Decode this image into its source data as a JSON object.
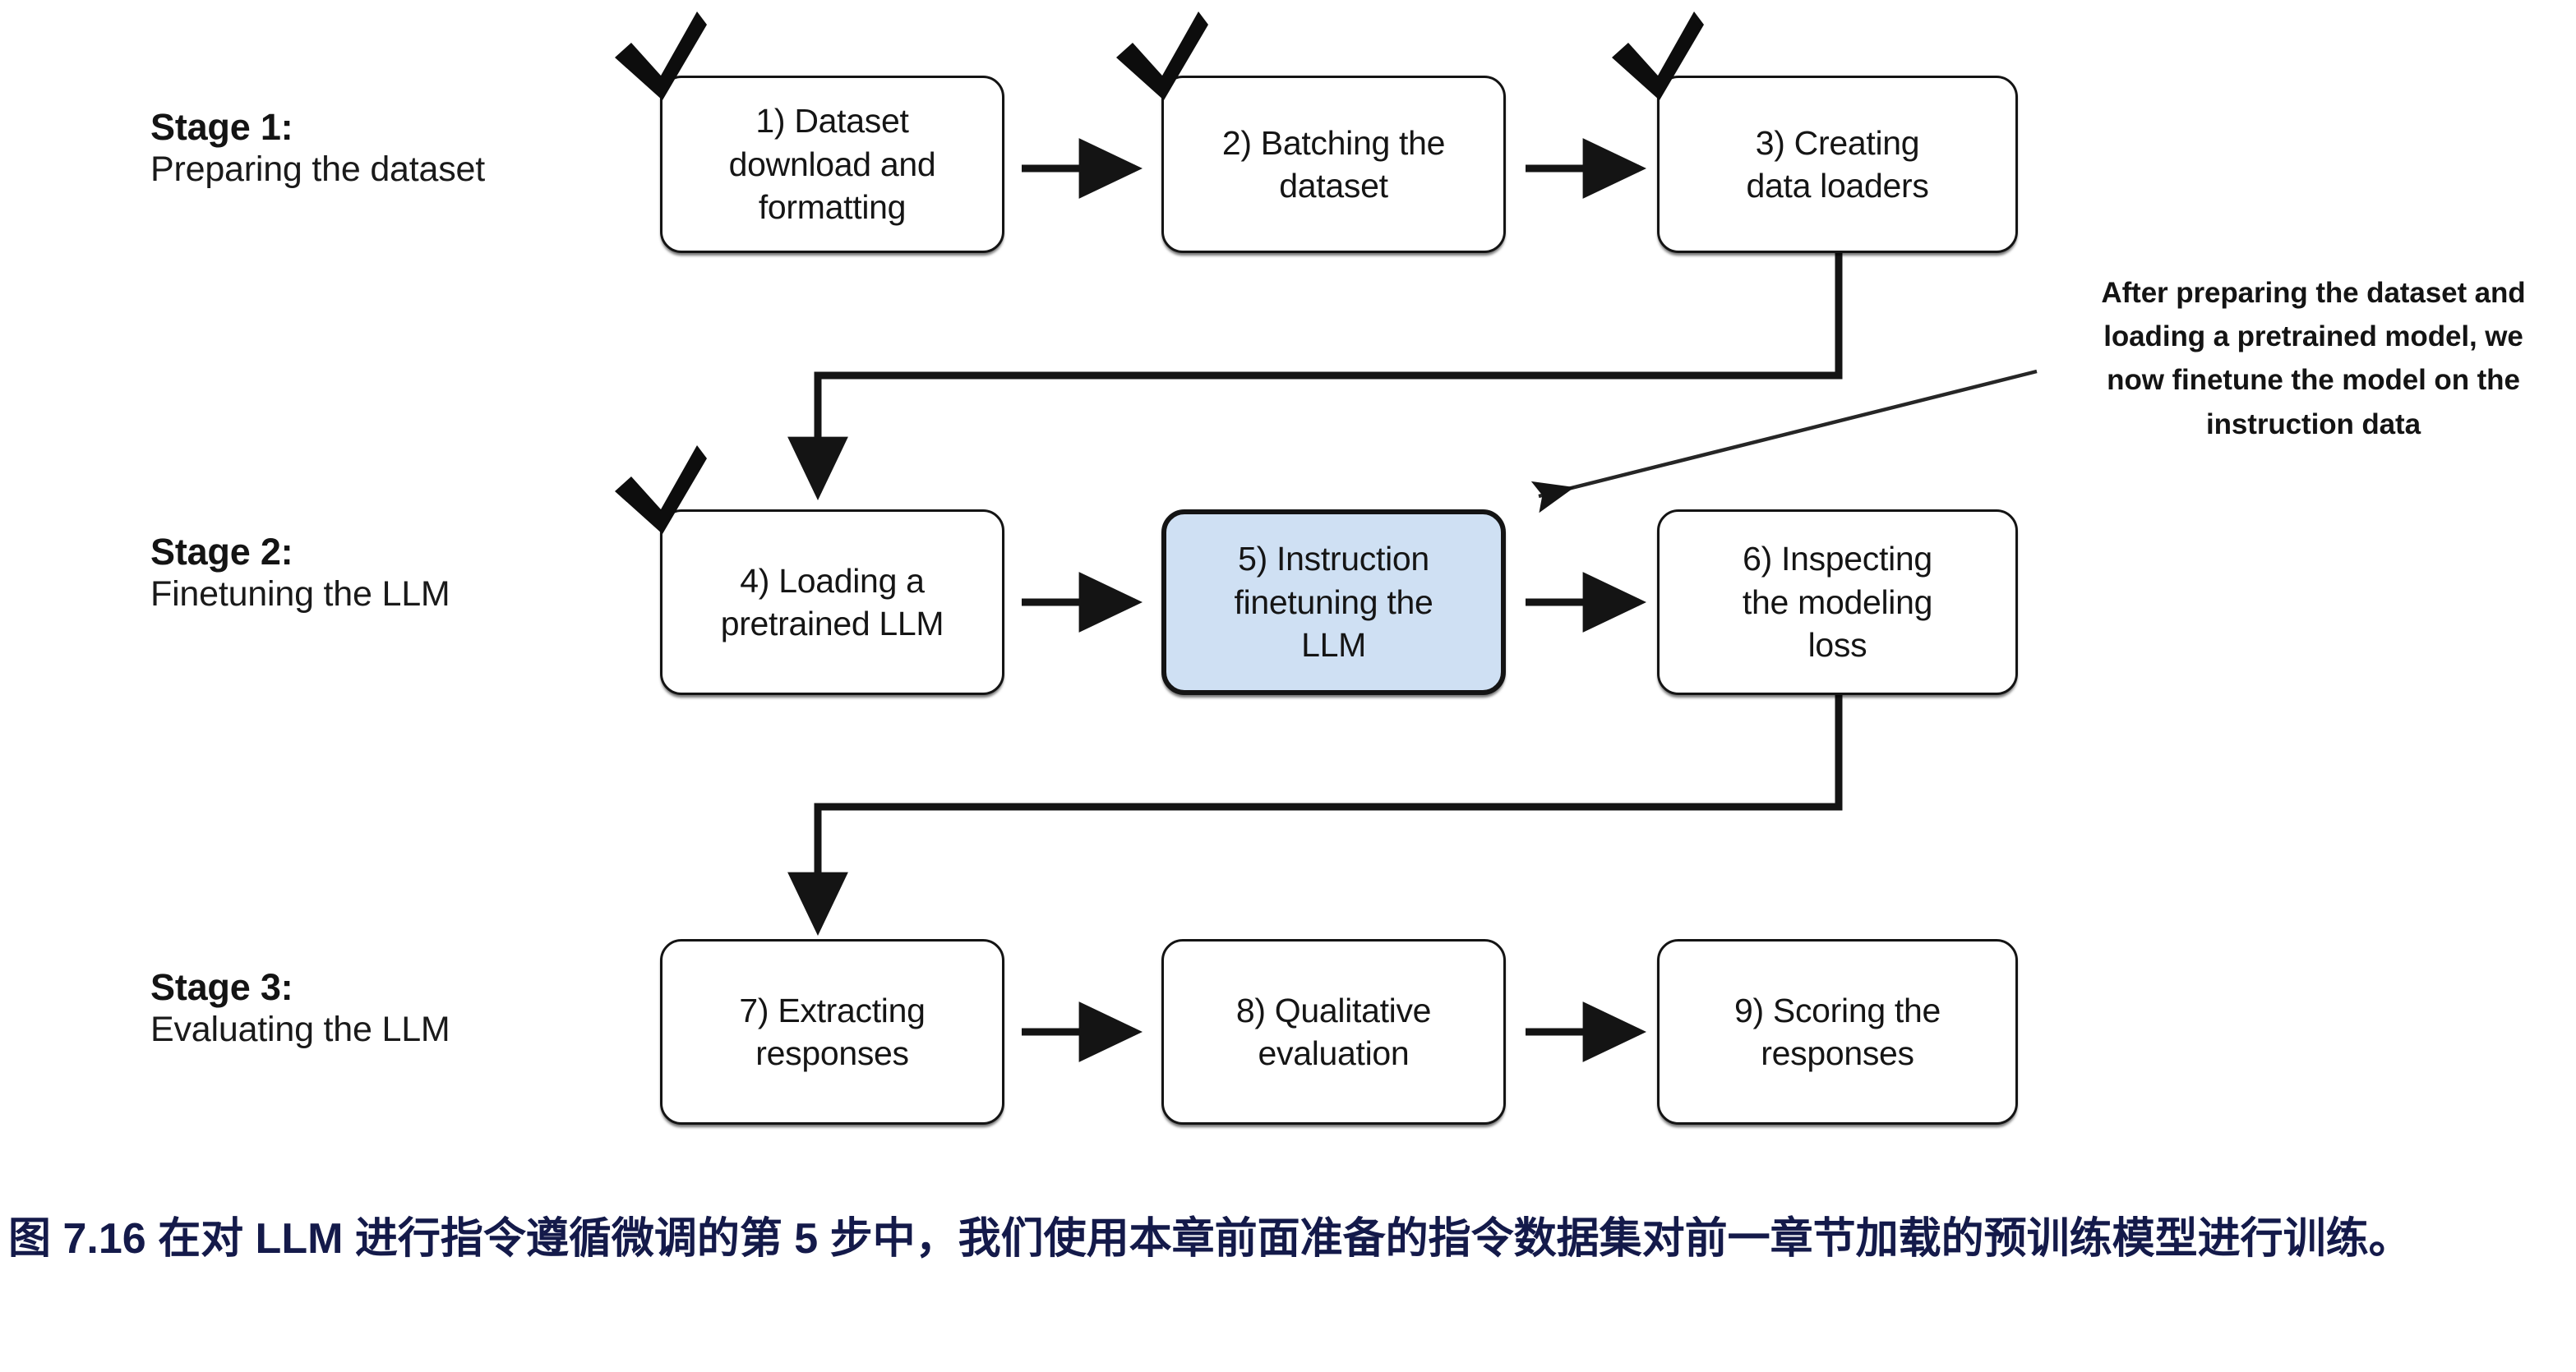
{
  "figure": {
    "type": "flowchart",
    "caption": "图 7.16 在对 LLM 进行指令遵循微调的第 5 步中，我们使用本章前面准备的指令数据集对前一章节加载的预训练模型进行训练。",
    "caption_color": "#141a4a",
    "highlight_color": "#cfe0f3",
    "line_color": "#141414"
  },
  "stages": [
    {
      "title": "Stage 1:",
      "subtitle": "Preparing the dataset"
    },
    {
      "title": "Stage 2:",
      "subtitle": "Finetuning the LLM"
    },
    {
      "title": "Stage 3:",
      "subtitle": "Evaluating the LLM"
    }
  ],
  "steps": [
    {
      "id": 1,
      "label": "1) Dataset download and formatting",
      "lines": [
        "1) Dataset",
        "download and",
        "formatting"
      ],
      "checked": true,
      "highlighted": false,
      "stage": 1
    },
    {
      "id": 2,
      "label": "2) Batching the dataset",
      "lines": [
        "2) Batching the",
        "dataset"
      ],
      "checked": true,
      "highlighted": false,
      "stage": 1
    },
    {
      "id": 3,
      "label": "3) Creating data loaders",
      "lines": [
        "3) Creating",
        "data loaders"
      ],
      "checked": true,
      "highlighted": false,
      "stage": 1
    },
    {
      "id": 4,
      "label": "4) Loading a pretrained LLM",
      "lines": [
        "4) Loading a",
        "pretrained LLM"
      ],
      "checked": true,
      "highlighted": false,
      "stage": 2
    },
    {
      "id": 5,
      "label": "5) Instruction finetuning the LLM",
      "lines": [
        "5) Instruction",
        "finetuning the",
        "LLM"
      ],
      "checked": false,
      "highlighted": true,
      "stage": 2
    },
    {
      "id": 6,
      "label": "6) Inspecting the modeling loss",
      "lines": [
        "6) Inspecting",
        "the modeling",
        "loss"
      ],
      "checked": false,
      "highlighted": false,
      "stage": 2
    },
    {
      "id": 7,
      "label": "7) Extracting responses",
      "lines": [
        "7) Extracting",
        "responses"
      ],
      "checked": false,
      "highlighted": false,
      "stage": 3
    },
    {
      "id": 8,
      "label": "8) Qualitative evaluation",
      "lines": [
        "8) Qualitative",
        "evaluation"
      ],
      "checked": false,
      "highlighted": false,
      "stage": 3
    },
    {
      "id": 9,
      "label": "9) Scoring the responses",
      "lines": [
        "9) Scoring the",
        "responses"
      ],
      "checked": false,
      "highlighted": false,
      "stage": 3
    }
  ],
  "annotation": {
    "lines": [
      "After preparing the dataset and",
      "loading a pretrained model, we",
      "now finetune the model on the",
      "instruction data"
    ],
    "text": "After preparing the dataset and loading a pretrained model, we now finetune the model on the instruction data",
    "points_to": "5) Instruction finetuning the LLM"
  },
  "connections": [
    {
      "from": "1) Dataset download and formatting",
      "to": "2) Batching the dataset",
      "kind": "arrow-right"
    },
    {
      "from": "2) Batching the dataset",
      "to": "3) Creating data loaders",
      "kind": "arrow-right"
    },
    {
      "from": "3) Creating data loaders",
      "to": "4) Loading a pretrained LLM",
      "kind": "elbow-down"
    },
    {
      "from": "4) Loading a pretrained LLM",
      "to": "5) Instruction finetuning the LLM",
      "kind": "arrow-right"
    },
    {
      "from": "5) Instruction finetuning the LLM",
      "to": "6) Inspecting the modeling loss",
      "kind": "arrow-right"
    },
    {
      "from": "6) Inspecting the modeling loss",
      "to": "7) Extracting responses",
      "kind": "elbow-down"
    },
    {
      "from": "7) Extracting responses",
      "to": "8) Qualitative evaluation",
      "kind": "arrow-right"
    },
    {
      "from": "8) Qualitative evaluation",
      "to": "9) Scoring the responses",
      "kind": "arrow-right"
    }
  ]
}
